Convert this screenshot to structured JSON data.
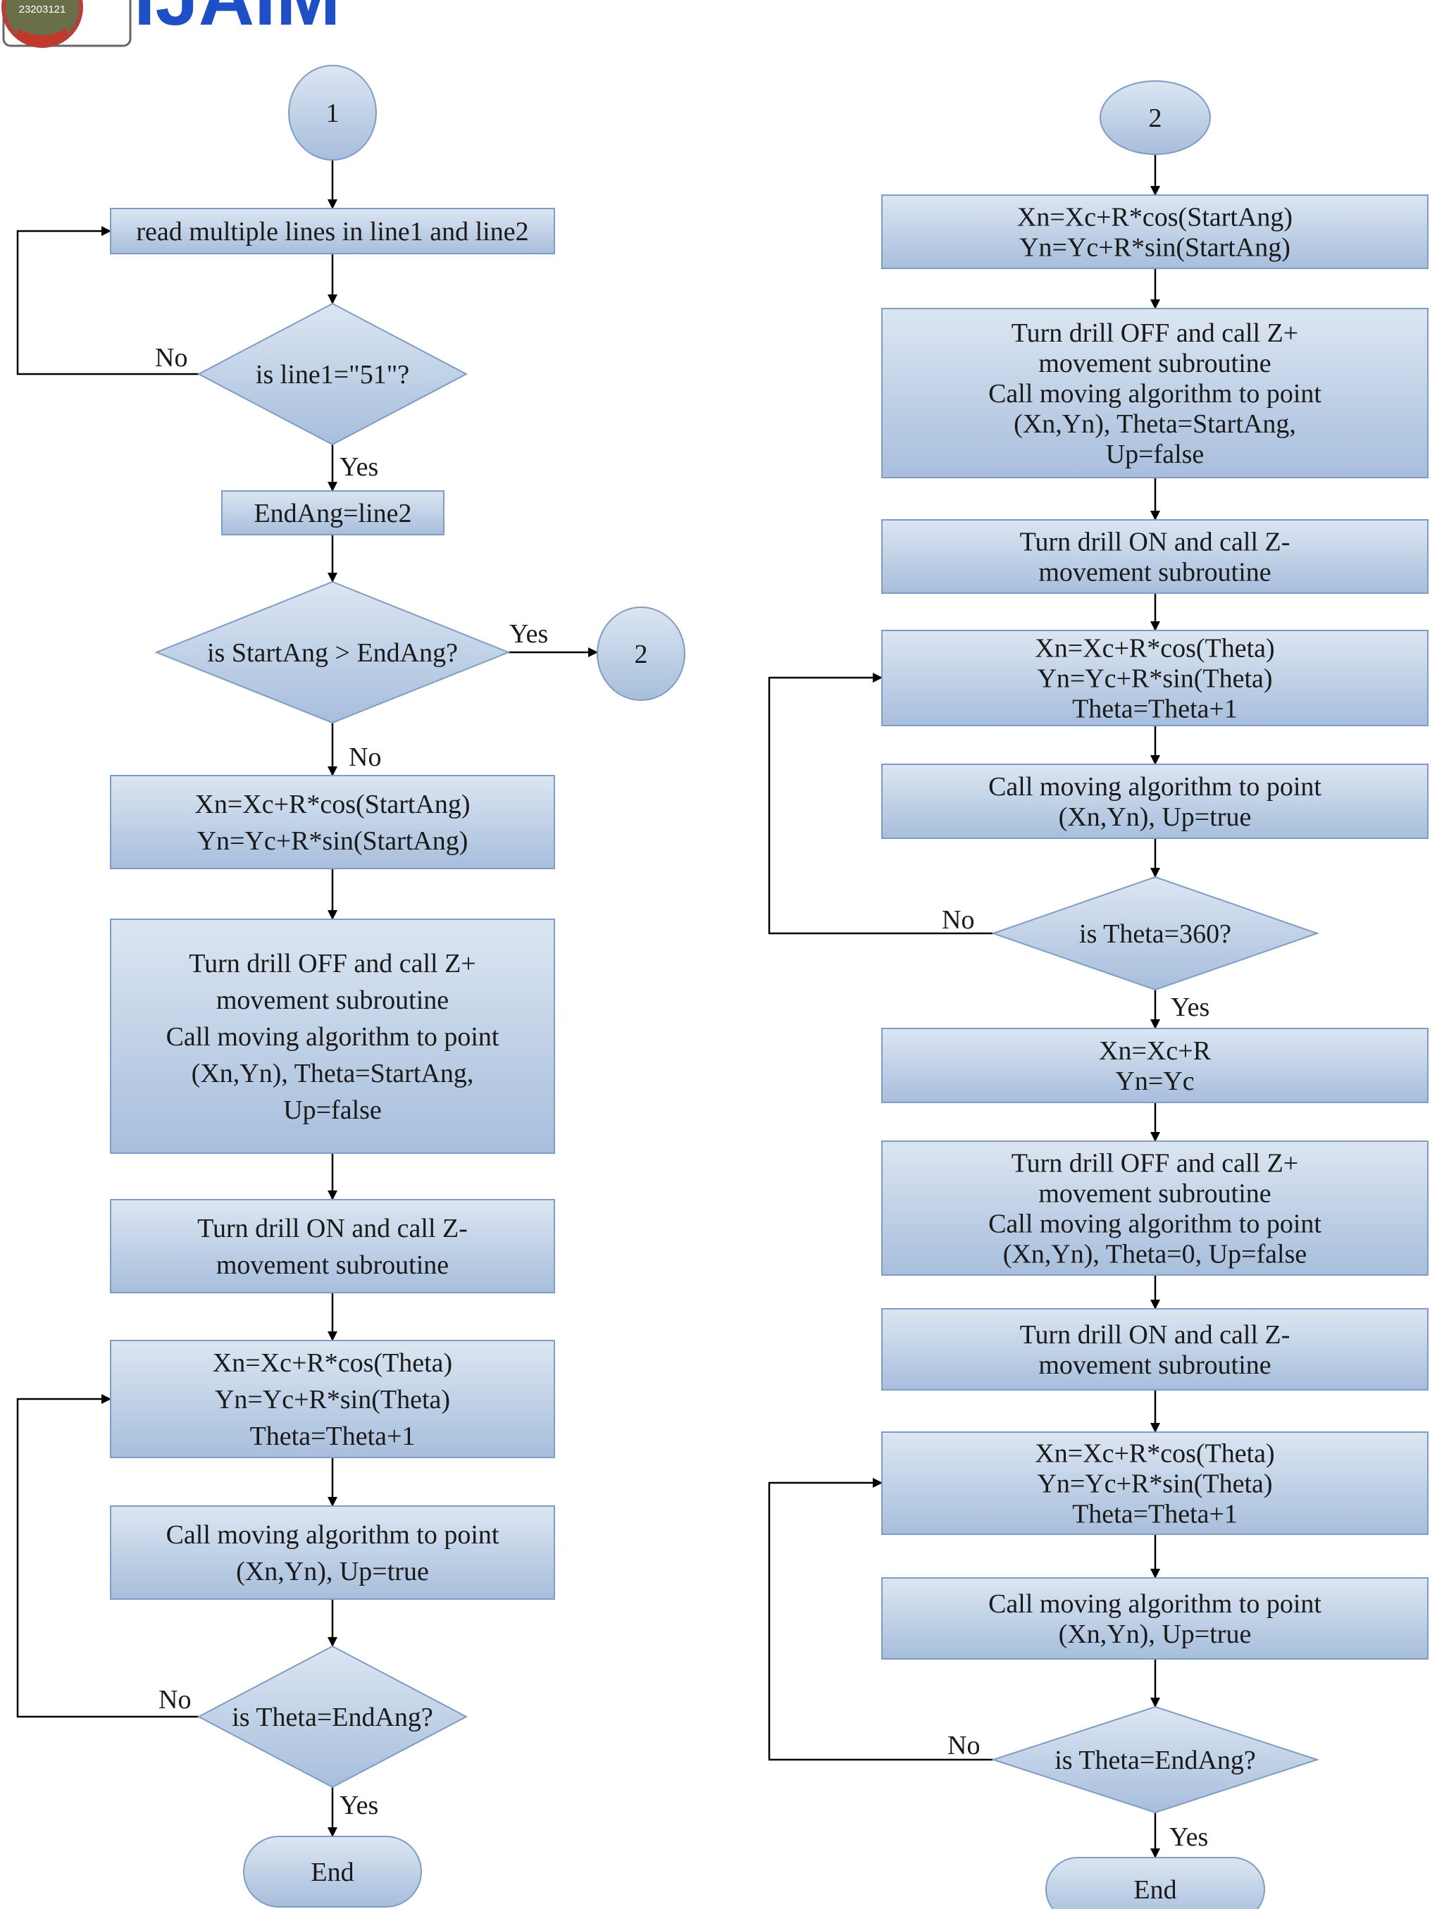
{
  "header": {
    "logo_text": "IJAIM",
    "badge_number": "23203121"
  },
  "left": {
    "start_connector": "1",
    "nodes": [
      {
        "id": "read",
        "lines": [
          "read multiple lines in line1 and line2"
        ]
      },
      {
        "id": "dec-51",
        "lines": [
          "is line1=\"51\"?"
        ]
      },
      {
        "id": "endang",
        "lines": [
          "EndAng=line2"
        ]
      },
      {
        "id": "dec-start-gt-end",
        "lines": [
          "is StartAng > EndAng?"
        ]
      },
      {
        "id": "xn-start",
        "lines": [
          "Xn=Xc+R*cos(StartAng)",
          "Yn=Yc+R*sin(StartAng)"
        ]
      },
      {
        "id": "drill-off",
        "lines": [
          "Turn drill OFF and call Z+",
          "movement subroutine",
          "Call moving algorithm to point",
          "(Xn,Yn), Theta=StartAng,",
          "Up=false"
        ]
      },
      {
        "id": "drill-on",
        "lines": [
          "Turn drill ON and call Z-",
          "movement subroutine"
        ]
      },
      {
        "id": "xn-theta",
        "lines": [
          "Xn=Xc+R*cos(Theta)",
          "Yn=Yc+R*sin(Theta)",
          "Theta=Theta+1"
        ]
      },
      {
        "id": "call-move",
        "lines": [
          "Call moving algorithm to point",
          "(Xn,Yn), Up=true"
        ]
      },
      {
        "id": "dec-endang",
        "lines": [
          "is Theta=EndAng?"
        ]
      },
      {
        "id": "end",
        "lines": [
          "End"
        ]
      }
    ],
    "goto_connector": "2",
    "edge_labels": {
      "no_51": "No",
      "yes_51": "Yes",
      "yes_gt": "Yes",
      "no_gt": "No",
      "no_end": "No",
      "yes_end": "Yes"
    }
  },
  "right": {
    "start_connector": "2",
    "nodes": [
      {
        "id": "xn-start",
        "lines": [
          "Xn=Xc+R*cos(StartAng)",
          "Yn=Yc+R*sin(StartAng)"
        ]
      },
      {
        "id": "drill-off",
        "lines": [
          "Turn drill OFF and call Z+",
          "movement subroutine",
          "Call moving algorithm to point",
          "(Xn,Yn), Theta=StartAng,",
          "Up=false"
        ]
      },
      {
        "id": "drill-on",
        "lines": [
          "Turn drill ON and call Z-",
          "movement subroutine"
        ]
      },
      {
        "id": "xn-theta",
        "lines": [
          "Xn=Xc+R*cos(Theta)",
          "Yn=Yc+R*sin(Theta)",
          "Theta=Theta+1"
        ]
      },
      {
        "id": "call-move",
        "lines": [
          "Call moving algorithm to point",
          "(Xn,Yn), Up=true"
        ]
      },
      {
        "id": "dec-360",
        "lines": [
          "is Theta=360?"
        ]
      },
      {
        "id": "xn-xc",
        "lines": [
          "Xn=Xc+R",
          "Yn=Yc"
        ]
      },
      {
        "id": "drill-off-2",
        "lines": [
          "Turn drill OFF and call Z+",
          "movement subroutine",
          "Call moving algorithm to point",
          "(Xn,Yn), Theta=0, Up=false"
        ]
      },
      {
        "id": "drill-on-2",
        "lines": [
          "Turn drill ON and call Z-",
          "movement subroutine"
        ]
      },
      {
        "id": "xn-theta-2",
        "lines": [
          "Xn=Xc+R*cos(Theta)",
          "Yn=Yc+R*sin(Theta)",
          "Theta=Theta+1"
        ]
      },
      {
        "id": "call-move-2",
        "lines": [
          "Call moving algorithm to point",
          "(Xn,Yn), Up=true"
        ]
      },
      {
        "id": "dec-endang",
        "lines": [
          "is Theta=EndAng?"
        ]
      },
      {
        "id": "end",
        "lines": [
          "End"
        ]
      }
    ],
    "edge_labels": {
      "no_360": "No",
      "yes_360": "Yes",
      "no_end": "No",
      "yes_end": "Yes"
    }
  },
  "colors": {
    "fill_top": "#dce6f2",
    "fill_bottom": "#a7bedc",
    "stroke": "#7f9cc4",
    "line": "#000000",
    "text": "#1a1a1a"
  }
}
